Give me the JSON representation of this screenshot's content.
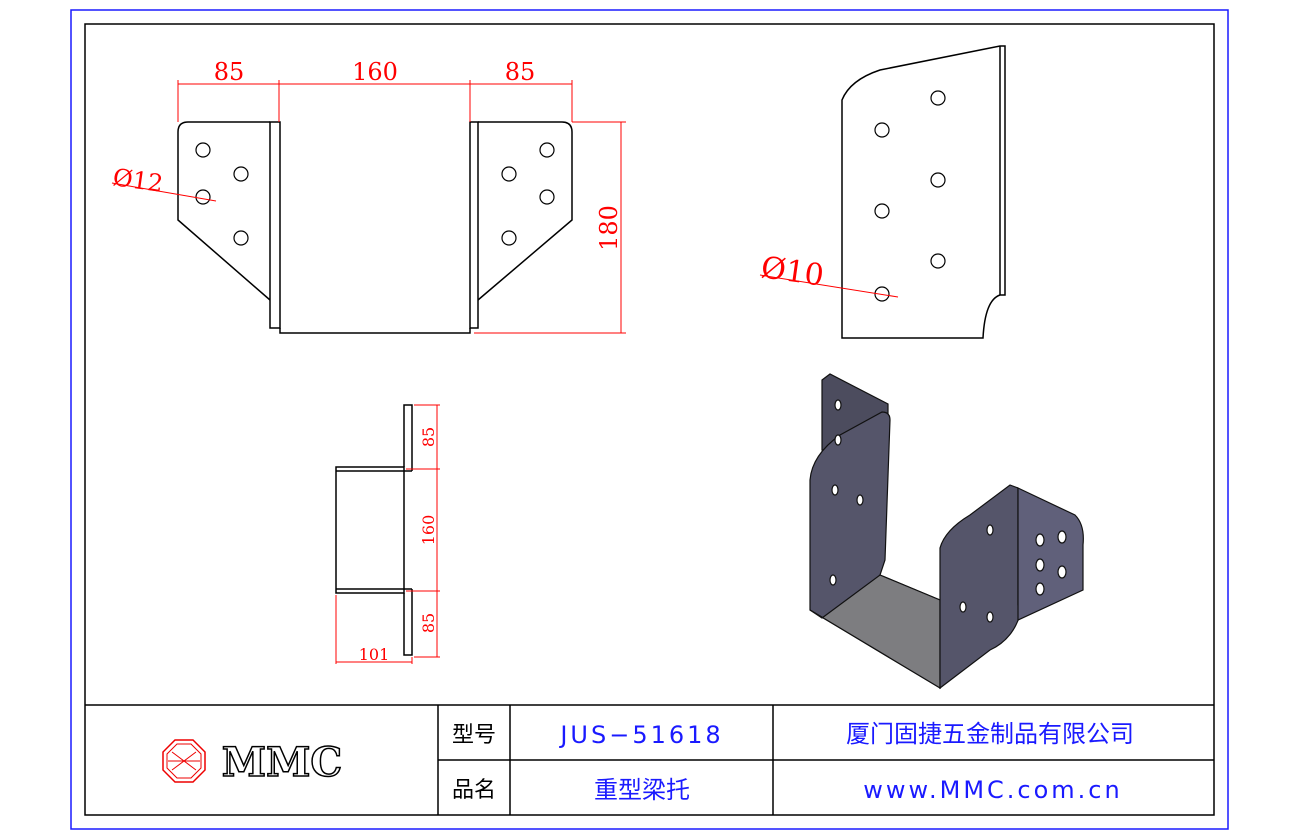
{
  "drawing": {
    "front_view": {
      "dim_left": "85",
      "dim_center": "160",
      "dim_right": "85",
      "dim_height": "180",
      "hole_diameter": "Ø12"
    },
    "side_view": {
      "hole_diameter": "Ø10"
    },
    "top_view": {
      "dim_top": "85",
      "dim_middle": "160",
      "dim_bottom": "85",
      "dim_width": "101"
    }
  },
  "title_block": {
    "logo_text": "MMC",
    "model_label": "型号",
    "model_value": "JUS−51618",
    "name_label": "品名",
    "name_value": "重型梁托",
    "company": "厦门固捷五金制品有限公司",
    "website": "www.MMC.com.cn"
  },
  "colors": {
    "border": "#1a1aff",
    "dimension": "#ff0000",
    "metal": "#55556a"
  }
}
